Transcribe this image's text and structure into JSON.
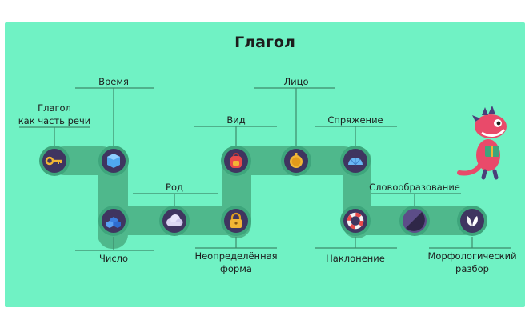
{
  "slide": {
    "title": "Глагол",
    "background": "#70f2c4",
    "path_color": "#4fb88c",
    "node_ring_color": "#3ea57c",
    "node_fill": "#3f3560"
  },
  "nodes": [
    {
      "id": "verb-as-part",
      "label": "Глагол\nкак часть речи",
      "icon": "key-icon"
    },
    {
      "id": "tense",
      "label": "Время",
      "icon": "cube-icon"
    },
    {
      "id": "number",
      "label": "Число",
      "icon": "cubes-icon"
    },
    {
      "id": "gender",
      "label": "Род",
      "icon": "cloud-icon"
    },
    {
      "id": "infinitive",
      "label": "Неопределённая\nформа",
      "icon": "lock-icon"
    },
    {
      "id": "aspect",
      "label": "Вид",
      "icon": "backpack-icon"
    },
    {
      "id": "person",
      "label": "Лицо",
      "icon": "coin-icon"
    },
    {
      "id": "conjugation",
      "label": "Спряжение",
      "icon": "shell-icon"
    },
    {
      "id": "mood",
      "label": "Наклонение",
      "icon": "lifebuoy-icon"
    },
    {
      "id": "word-formation",
      "label": "Словообразование",
      "icon": "moon-icon"
    },
    {
      "id": "morph-analysis",
      "label": "Морфологический\nразбор",
      "icon": "leaf-icon"
    }
  ],
  "mascot": {
    "icon": "dinosaur-icon"
  }
}
